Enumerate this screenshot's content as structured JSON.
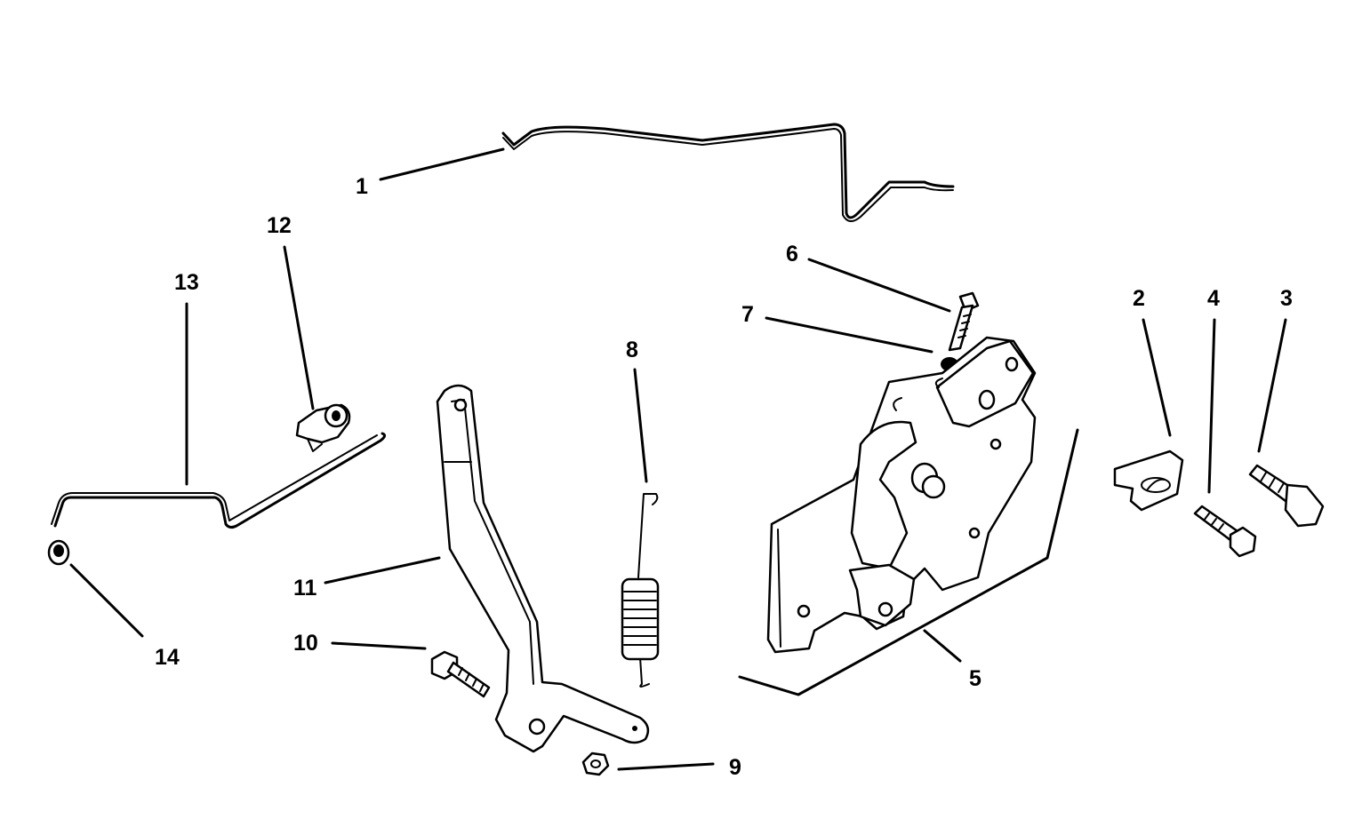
{
  "diagram": {
    "callouts": [
      {
        "id": "1",
        "part": "rod"
      },
      {
        "id": "2",
        "part": "cable-clamp"
      },
      {
        "id": "3",
        "part": "screw"
      },
      {
        "id": "4",
        "part": "screw"
      },
      {
        "id": "5",
        "part": "control-plate-assembly"
      },
      {
        "id": "6",
        "part": "screw"
      },
      {
        "id": "7",
        "part": "lock-washer"
      },
      {
        "id": "8",
        "part": "spring"
      },
      {
        "id": "9",
        "part": "nut"
      },
      {
        "id": "10",
        "part": "bolt"
      },
      {
        "id": "11",
        "part": "lever"
      },
      {
        "id": "12",
        "part": "clip"
      },
      {
        "id": "13",
        "part": "link-rod"
      },
      {
        "id": "14",
        "part": "bushing"
      }
    ]
  }
}
